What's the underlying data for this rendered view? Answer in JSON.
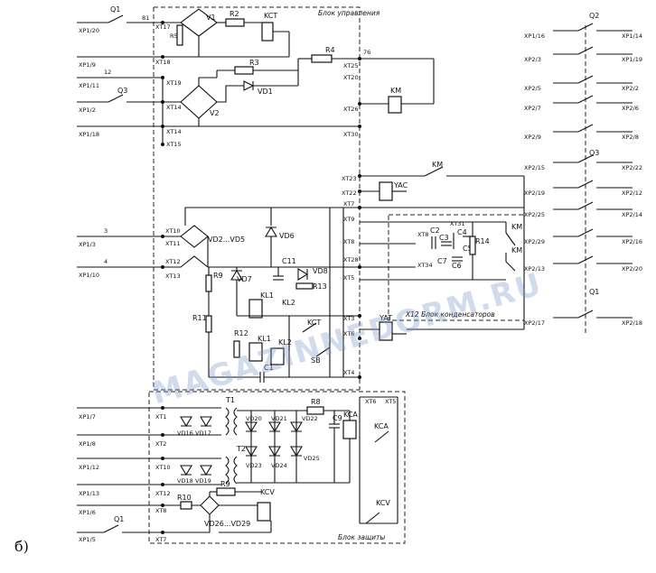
{
  "caption": "б)",
  "watermark": "MAGAZINNEDORM.RU",
  "blocks": {
    "control": "Блок управления",
    "capacitors": "X12   Блок конденсаторов",
    "protection": "Блок защиты"
  },
  "components": {
    "Q1_top": "Q1",
    "Q3": "Q3",
    "Q1_bot": "Q1",
    "Q2": "Q2",
    "Q3_right": "Q3",
    "Q1_right": "Q1",
    "V1": "V1",
    "V2": "V2",
    "R2": "R2",
    "R3": "R3",
    "R4": "R4",
    "R5": "R5",
    "KCT": "KCT",
    "KM_top": "KM",
    "VD1": "VD1",
    "VD2_VD5": "VD2...VD5",
    "VD6": "VD6",
    "VD7": "VD7",
    "R9": "R9",
    "R11": "R11",
    "R12": "R12",
    "R13": "R13",
    "R14": "R14",
    "C11": "C11",
    "VD8": "VD8",
    "KL1": "KL1",
    "KL2": "KL2",
    "KCT2": "KCT",
    "SB": "SB",
    "C1": "C1",
    "YAC": "YAC",
    "YAT": "YAT",
    "KM1": "KM",
    "KM2": "KM",
    "KM3": "KM",
    "C2": "C2",
    "C3": "C3",
    "C4": "C4",
    "C5": "C5",
    "C6": "C6",
    "C7": "C7",
    "T1": "T1",
    "T2": "T2",
    "VD16": "VD16",
    "VD17": "VD17",
    "VD18": "VD18",
    "VD19": "VD19",
    "VD20": "VD20",
    "VD21": "VD21",
    "VD22": "VD22",
    "VD23": "VD23",
    "VD24": "VD24",
    "VD25": "VD25",
    "R8": "R8",
    "C9": "C9",
    "KCA": "KCA",
    "KCA2": "KCA",
    "R10": "R10",
    "R9b": "R9",
    "VD26_VD29": "VD26...VD29",
    "KCV": "KCV",
    "KCV2": "KCV"
  },
  "terminals_left": [
    "XP1/20",
    "XP1/9",
    "XP1/11",
    "XP1/2",
    "XP1/18",
    "XP1/3",
    "XP1/10",
    "XP1/7",
    "XP1/8",
    "XP1/12",
    "XP1/13",
    "XP1/6",
    "XP1/5"
  ],
  "terminals_right_left": [
    "XP1/16",
    "XP2/3",
    "XP2/5",
    "XP2/7",
    "XP2/9",
    "XP2/15",
    "XP2/19",
    "XP2/25",
    "XP2/29",
    "XP2/13",
    "XP2/17"
  ],
  "terminals_right_right": [
    "XP1/14",
    "XP1/19",
    "XP2/2",
    "XP2/6",
    "XP2/8",
    "XP2/22",
    "XP2/12",
    "XP2/14",
    "XP2/16",
    "XP2/20",
    "XP2/18"
  ],
  "xt_labels": [
    "XT17",
    "XT18",
    "XT19",
    "XT14",
    "XT15",
    "XT16",
    "XT10",
    "XT11",
    "XT12",
    "XT13",
    "XT25",
    "XT20",
    "XT26",
    "XT30",
    "XT23",
    "XT22",
    "XT7",
    "XT9",
    "XT8",
    "XT28",
    "XT5",
    "XT3",
    "XT6",
    "XT4",
    "XT1",
    "XT2",
    "XT9b",
    "XT12b",
    "XT8b",
    "XT7b",
    "XT34",
    "XT31"
  ]
}
